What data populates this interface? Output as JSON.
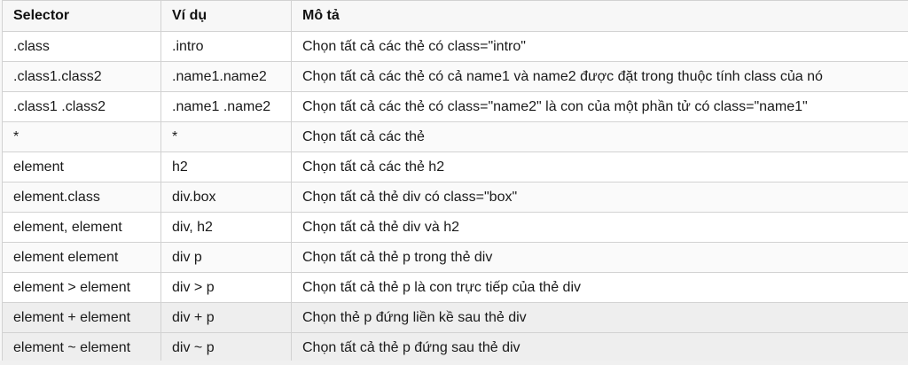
{
  "headers": [
    "Selector",
    "Ví dụ",
    "Mô tả"
  ],
  "rows": [
    [
      ".class",
      ".intro",
      "Chọn tất cả các thẻ có class=\"intro\""
    ],
    [
      ".class1.class2",
      ".name1.name2",
      "Chọn tất cả các thẻ có cả name1 và name2 được đặt trong thuộc tính class của nó"
    ],
    [
      ".class1 .class2",
      ".name1 .name2",
      "Chọn tất cả các thẻ có class=\"name2\" là con của một phần tử có class=\"name1\""
    ],
    [
      "*",
      "*",
      "Chọn tất cả các thẻ"
    ],
    [
      "element",
      "h2",
      "Chọn tất cả các thẻ h2"
    ],
    [
      "element.class",
      "div.box",
      "Chọn tất cả thẻ div có class=\"box\""
    ],
    [
      "element, element",
      "div, h2",
      "Chọn tất cả thẻ div và h2"
    ],
    [
      "element element",
      "div p",
      "Chọn tất cả thẻ p trong thẻ div"
    ],
    [
      "element > element",
      "div > p",
      "Chọn tất cả thẻ p là con trực tiếp của thẻ div"
    ],
    [
      "element + element",
      "div + p",
      "Chọn thẻ p đứng liền kề sau thẻ div"
    ],
    [
      "element ~ element",
      "div ~ p",
      "Chọn tất cả thẻ p đứng sau thẻ div"
    ]
  ]
}
